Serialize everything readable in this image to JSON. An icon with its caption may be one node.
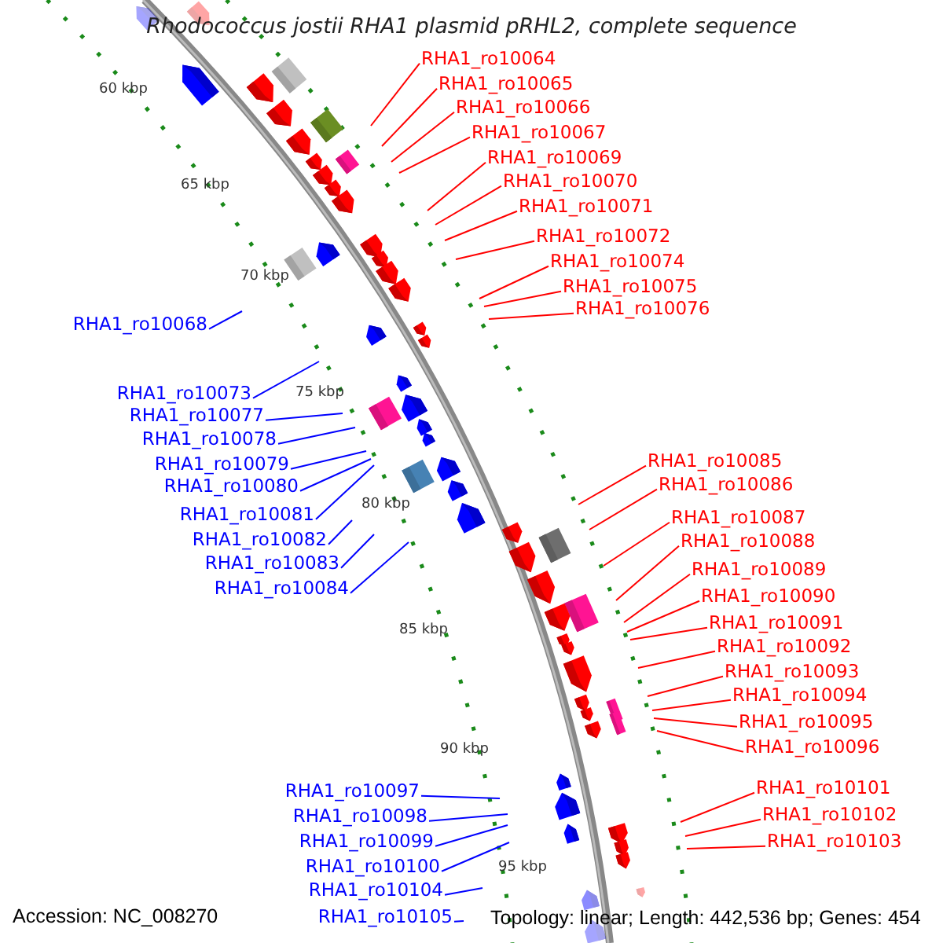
{
  "diagram": {
    "title": "Rhodococcus jostii RHA1 plasmid pRHL2, complete sequence",
    "nodes": [
      {
        "text": [
          "RHA1_ro10064"
        ]
      },
      {
        "text": [
          "RHA1_ro10065"
        ]
      },
      {
        "text": [
          "RHA1_ro10066"
        ]
      },
      {
        "text": [
          "RHA1_ro10067"
        ]
      },
      {
        "text": [
          "RHA1_ro10069"
        ]
      },
      {
        "text": [
          "RHA1_ro10070"
        ]
      },
      {
        "text": [
          "RHA1_ro10071"
        ]
      },
      {
        "text": [
          "RHA1_ro10072"
        ]
      },
      {
        "text": [
          "RHA1_ro10074"
        ]
      },
      {
        "text": [
          "RHA1_ro10075"
        ]
      },
      {
        "text": [
          "RHA1_ro10076"
        ]
      },
      {
        "text": [
          "RHA1_ro10068"
        ]
      },
      {
        "text": [
          "RHA1_ro10073"
        ]
      },
      {
        "text": [
          "RHA1_ro10077"
        ]
      },
      {
        "text": [
          "RHA1_ro10078"
        ]
      },
      {
        "text": [
          "RHA1_ro10079"
        ]
      },
      {
        "text": [
          "RHA1_ro10080"
        ]
      },
      {
        "text": [
          "RHA1_ro10081"
        ]
      },
      {
        "text": [
          "RHA1_ro10082"
        ]
      },
      {
        "text": [
          "RHA1_ro10083"
        ]
      },
      {
        "text": [
          "RHA1_ro10084"
        ]
      },
      {
        "text": [
          "RHA1_ro10085"
        ]
      },
      {
        "text": [
          "RHA1_ro10086"
        ]
      },
      {
        "text": [
          "RHA1_ro10087"
        ]
      },
      {
        "text": [
          "RHA1_ro10088"
        ]
      },
      {
        "text": [
          "RHA1_ro10089"
        ]
      },
      {
        "text": [
          "RHA1_ro10090"
        ]
      },
      {
        "text": [
          "RHA1_ro10091"
        ]
      },
      {
        "text": [
          "RHA1_ro10092"
        ]
      },
      {
        "text": [
          "RHA1_ro10093"
        ]
      },
      {
        "text": [
          "RHA1_ro10094"
        ]
      },
      {
        "text": [
          "RHA1_ro10095"
        ]
      },
      {
        "text": [
          "RHA1_ro10096"
        ]
      },
      {
        "text": [
          "RHA1_ro10097"
        ]
      },
      {
        "text": [
          "RHA1_ro10098"
        ]
      },
      {
        "text": [
          "RHA1_ro10099"
        ]
      },
      {
        "text": [
          "RHA1_ro10100"
        ]
      },
      {
        "text": [
          "RHA1_ro10101"
        ]
      },
      {
        "text": [
          "RHA1_ro10102"
        ]
      },
      {
        "text": [
          "RHA1_ro10103"
        ]
      },
      {
        "text": [
          "RHA1_ro10104"
        ]
      },
      {
        "text": [
          "RHA1_ro10105"
        ]
      }
    ],
    "edges": [
      {
        "from": 0,
        "to": null,
        "arrow": "none"
      },
      {
        "from": 1,
        "to": null,
        "arrow": "none"
      },
      {
        "from": 2,
        "to": null,
        "arrow": "none"
      },
      {
        "from": 3,
        "to": null,
        "arrow": "none"
      },
      {
        "from": 4,
        "to": null,
        "arrow": "none"
      },
      {
        "from": 5,
        "to": null,
        "arrow": "none"
      },
      {
        "from": 6,
        "to": null,
        "arrow": "none"
      },
      {
        "from": 7,
        "to": null,
        "arrow": "none"
      },
      {
        "from": 8,
        "to": null,
        "arrow": "none"
      },
      {
        "from": 9,
        "to": null,
        "arrow": "none"
      },
      {
        "from": 10,
        "to": null,
        "arrow": "none"
      },
      {
        "from": 11,
        "to": null,
        "arrow": "none",
        "color": "#0000ff"
      },
      {
        "from": 12,
        "to": null,
        "arrow": "none",
        "color": "#0000ff"
      },
      {
        "from": 13,
        "to": null,
        "arrow": "none",
        "color": "#0000ff"
      },
      {
        "from": 14,
        "to": null,
        "arrow": "none",
        "color": "#0000ff"
      },
      {
        "from": 15,
        "to": null,
        "arrow": "none",
        "color": "#0000ff"
      },
      {
        "from": 16,
        "to": null,
        "arrow": "none",
        "color": "#0000ff"
      },
      {
        "from": 17,
        "to": null,
        "arrow": "none",
        "color": "#0000ff"
      },
      {
        "from": 18,
        "to": null,
        "arrow": "none",
        "color": "#0000ff"
      },
      {
        "from": 19,
        "to": null,
        "arrow": "none",
        "color": "#0000ff"
      },
      {
        "from": 20,
        "to": null,
        "arrow": "none",
        "color": "#0000ff"
      },
      {
        "from": 21,
        "to": null,
        "arrow": "none"
      },
      {
        "from": 22,
        "to": null,
        "arrow": "none"
      },
      {
        "from": 23,
        "to": null,
        "arrow": "none"
      },
      {
        "from": 24,
        "to": null,
        "arrow": "none"
      },
      {
        "from": 25,
        "to": null,
        "arrow": "none"
      },
      {
        "from": 26,
        "to": null,
        "arrow": "none"
      },
      {
        "from": 27,
        "to": null,
        "arrow": "none"
      },
      {
        "from": 28,
        "to": null,
        "arrow": "none"
      },
      {
        "from": 29,
        "to": null,
        "arrow": "none"
      },
      {
        "from": 30,
        "to": null,
        "arrow": "none"
      },
      {
        "from": 31,
        "to": null,
        "arrow": "none"
      },
      {
        "from": 32,
        "to": null,
        "arrow": "none"
      },
      {
        "from": 33,
        "to": null,
        "arrow": "none",
        "color": "#0000ff"
      },
      {
        "from": 34,
        "to": null,
        "arrow": "none",
        "color": "#0000ff"
      },
      {
        "from": 35,
        "to": null,
        "arrow": "none",
        "color": "#0000ff"
      },
      {
        "from": 36,
        "to": null,
        "arrow": "none",
        "color": "#0000ff"
      },
      {
        "from": 37,
        "to": null,
        "arrow": "none"
      },
      {
        "from": 38,
        "to": null,
        "arrow": "none"
      },
      {
        "from": 39,
        "to": null,
        "arrow": "none"
      },
      {
        "from": 40,
        "to": null,
        "arrow": "none",
        "color": "#0000ff"
      },
      {
        "from": 41,
        "to": null,
        "arrow": "none",
        "color": "#0000ff"
      }
    ],
    "labels": [
      "60 kbp",
      "65 kbp",
      "70 kbp",
      "75 kbp",
      "80 kbp",
      "85 kbp",
      "90 kbp",
      "95 kbp",
      "Accession: NC_008270",
      "Topology: linear; Length: 442,536 bp; Genes: 454"
    ]
  }
}
